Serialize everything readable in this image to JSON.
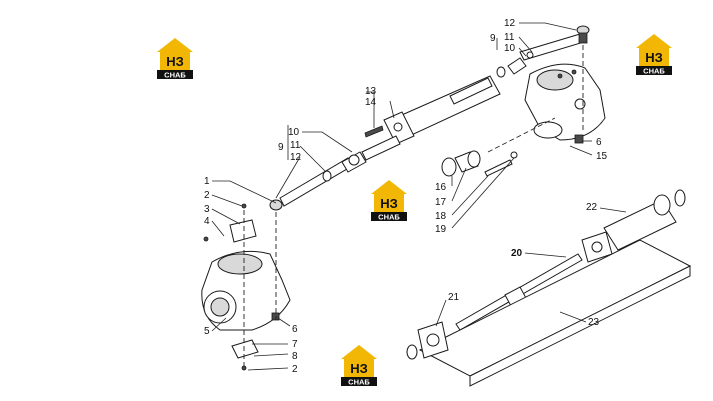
{
  "logo": {
    "letters": "НЗ",
    "caption": "СНАБ",
    "colors": {
      "yellow": "#f2b705",
      "black": "#111111",
      "white": "#ffffff"
    }
  },
  "labels": {
    "upper_tie_rod": {
      "group": "9",
      "a": "12",
      "b": "11",
      "c": "10"
    },
    "middle_tie_rod": {
      "group": "9",
      "a": "10",
      "b": "11",
      "c": "12"
    },
    "cylinder_mount": [
      "13",
      "14"
    ],
    "right_knuckle": [
      "6",
      "15"
    ],
    "bushing_group": [
      "16",
      "17",
      "18",
      "19"
    ],
    "left_knuckle": [
      "1",
      "2",
      "3",
      "4",
      "5",
      "6",
      "7",
      "8",
      "2"
    ],
    "lower_assembly": [
      "20",
      "21",
      "22",
      "23"
    ]
  }
}
